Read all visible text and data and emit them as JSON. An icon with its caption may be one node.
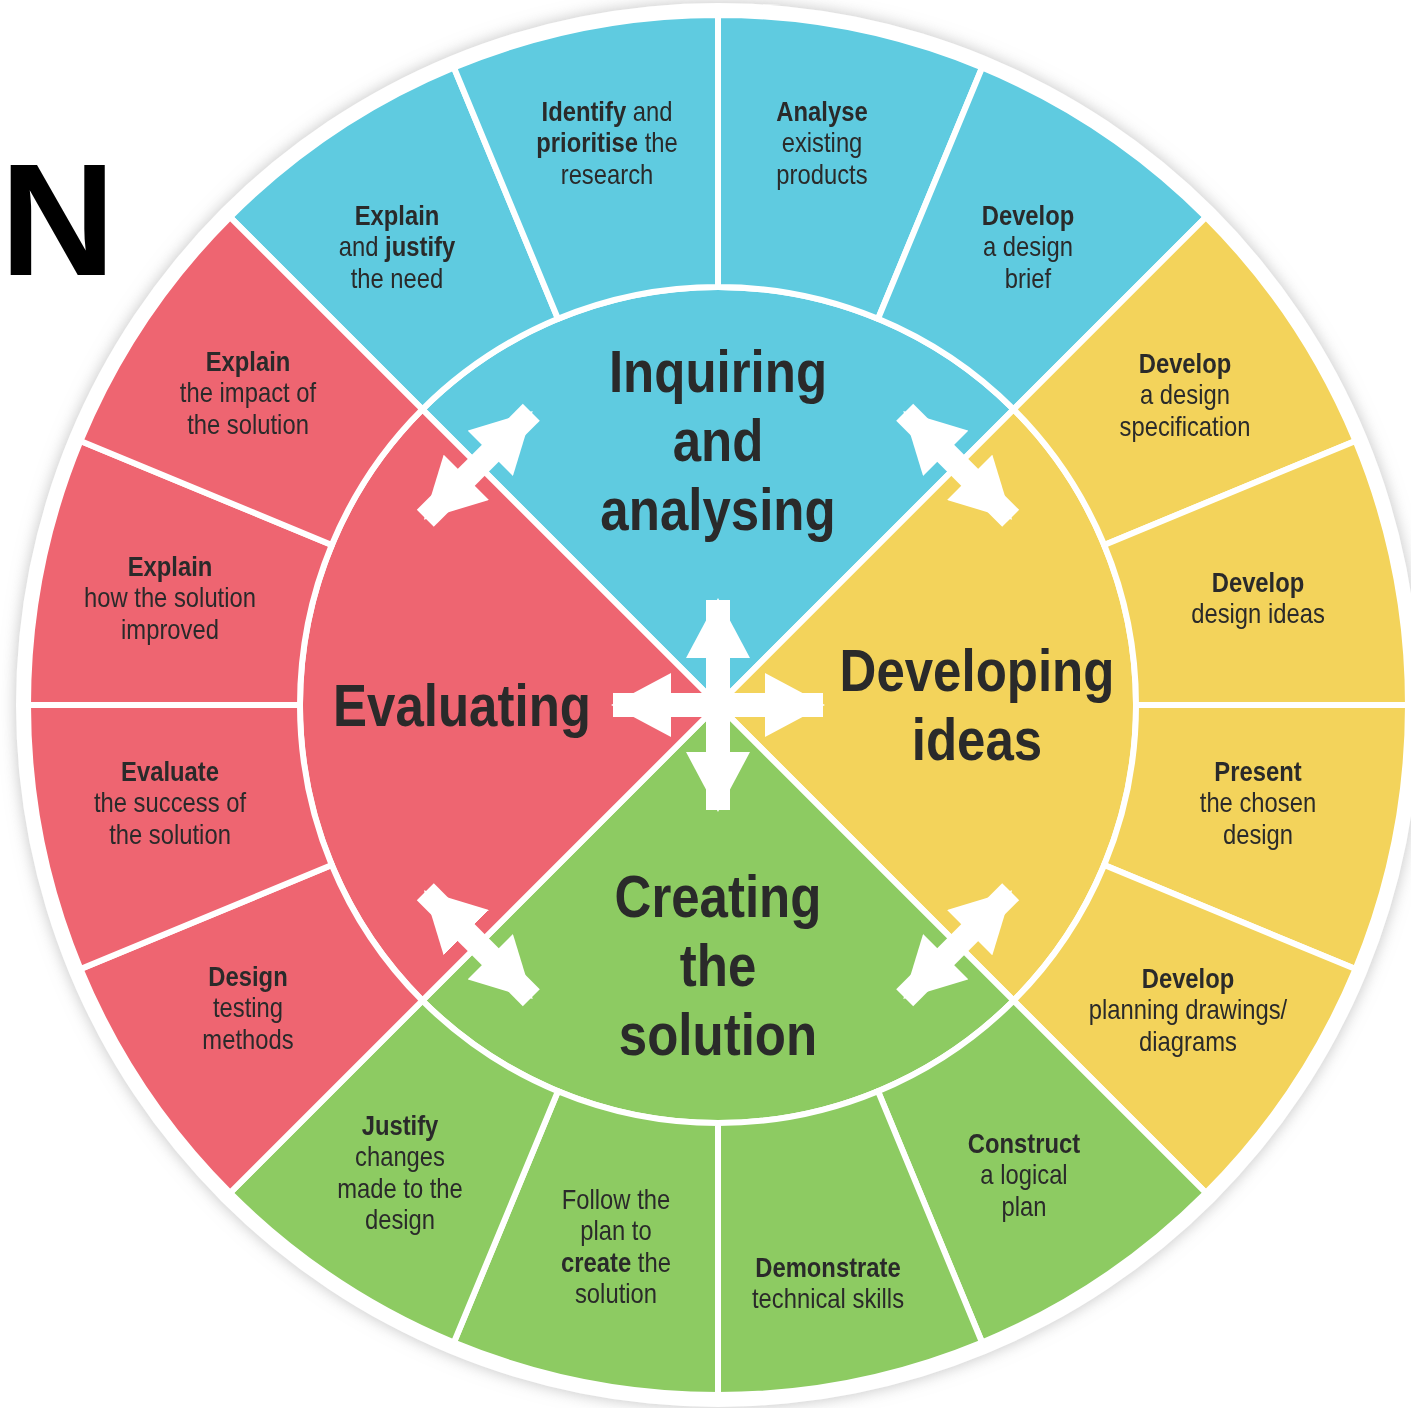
{
  "diagram": {
    "nodes": [
      {
        "text": [
          "Inquiring and analysing"
        ]
      },
      {
        "text": [
          "Developing ideas"
        ]
      },
      {
        "text": [
          "Creating the solution"
        ]
      },
      {
        "text": [
          "Evaluating"
        ]
      },
      {
        "text": [
          "**Explain** and **justify** the need"
        ]
      },
      {
        "text": [
          "**Identify** and **prioritise** the research"
        ]
      },
      {
        "text": [
          "Analyse",
          "existing products"
        ]
      },
      {
        "text": [
          "Develop",
          "a design brief"
        ]
      },
      {
        "text": [
          "Develop",
          "a design specification"
        ]
      },
      {
        "text": [
          "Develop",
          "design ideas"
        ]
      },
      {
        "text": [
          "Present",
          "the chosen design"
        ]
      },
      {
        "text": [
          "Develop",
          "planning drawings/ diagrams"
        ]
      },
      {
        "text": [
          "Construct",
          "a logical plan"
        ]
      },
      {
        "text": [
          "Demonstrate",
          "technical skills"
        ]
      },
      {
        "text": [
          "Follow the plan to **create** the solution"
        ]
      },
      {
        "text": [
          "Justify",
          "changes made to the design"
        ]
      },
      {
        "text": [
          "Design",
          "testing methods"
        ]
      },
      {
        "text": [
          "Evaluate",
          "the success of the solution"
        ]
      },
      {
        "text": [
          "Explain",
          "how the solution improved"
        ]
      },
      {
        "text": [
          "Explain",
          "the impact of the solution"
        ]
      }
    ],
    "edges": [
      {
        "from": 3,
        "to": 0,
        "arrow": "both"
      },
      {
        "from": 0,
        "to": 1,
        "arrow": "both"
      },
      {
        "from": 1,
        "to": 2,
        "arrow": "both"
      },
      {
        "from": 2,
        "to": 3,
        "arrow": "both"
      },
      {
        "from": 0,
        "to": 2,
        "arrow": "both"
      },
      {
        "from": 3,
        "to": 1,
        "arrow": "both"
      }
    ],
    "labels": [
      "N"
    ]
  }
}
